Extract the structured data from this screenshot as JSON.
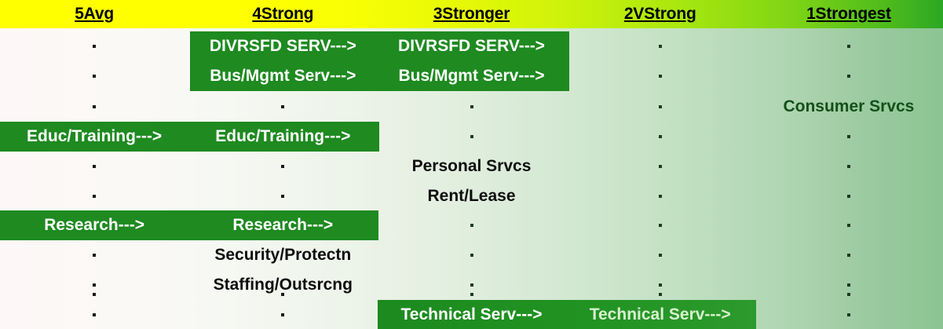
{
  "table": {
    "columns": [
      {
        "label": "5Avg",
        "name": "column-5avg"
      },
      {
        "label": "4Strong",
        "name": "column-4strong"
      },
      {
        "label": "3Stronger",
        "name": "column-3stronger"
      },
      {
        "label": "2VStrong",
        "name": "column-2vstrong"
      },
      {
        "label": "1Strongest",
        "name": "column-1strongest"
      }
    ],
    "dot": ".",
    "rows": [
      {
        "cells": [
          ".",
          "DIVRSFD SERV--->",
          "DIVRSFD SERV--->",
          ".",
          "."
        ]
      },
      {
        "cells": [
          ".",
          "Bus/Mgmt Serv--->",
          "Bus/Mgmt Serv--->",
          ".",
          "."
        ]
      },
      {
        "cells": [
          ".",
          ".",
          ".",
          ".",
          "Consumer Srvcs"
        ]
      },
      {
        "cells": [
          "Educ/Training--->",
          "Educ/Training--->",
          ".",
          ".",
          "."
        ]
      },
      {
        "cells": [
          ".",
          ".",
          "Personal Srvcs",
          ".",
          "."
        ]
      },
      {
        "cells": [
          ".",
          ".",
          "Rent/Lease",
          ".",
          "."
        ]
      },
      {
        "cells": [
          "Research--->",
          "Research--->",
          ".",
          ".",
          "."
        ]
      },
      {
        "cells": [
          ".",
          "Security/Protectn",
          ".",
          ".",
          "."
        ]
      },
      {
        "cells": [
          ".",
          "Staffing/Outsrcng",
          ".",
          ".",
          "."
        ]
      },
      {
        "cells": [
          ".",
          ".",
          ".",
          ".",
          "."
        ]
      },
      {
        "cells": [
          ".",
          ".",
          "Technical Serv--->",
          "Technical Serv--->",
          "."
        ]
      }
    ]
  },
  "colors": {
    "header_gradient_start": "#ffff00",
    "header_gradient_end": "#2ba724",
    "band_green": "#1e8a20",
    "body_gradient_start": "#fdf8f7",
    "body_gradient_end": "#8dc493",
    "text_dark": "#0d0d0d",
    "text_dark_green": "#14501a",
    "text_on_band": "#ffffff"
  }
}
